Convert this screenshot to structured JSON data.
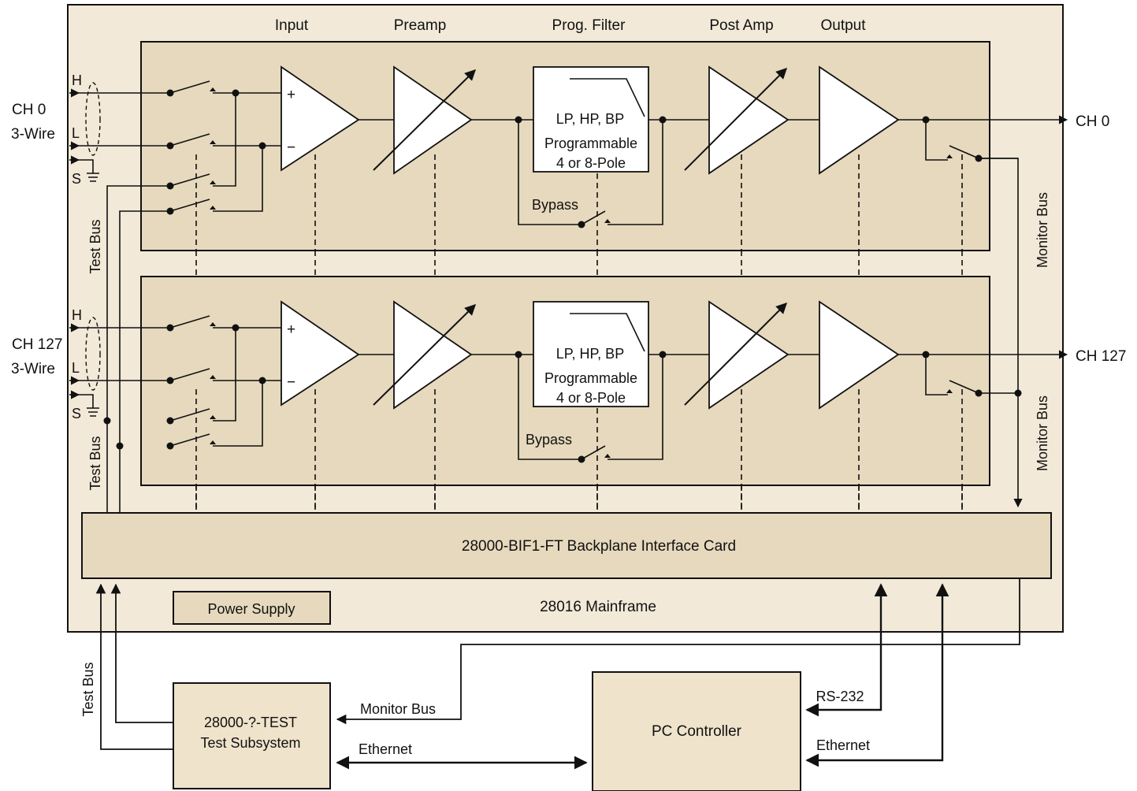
{
  "colors": {
    "mainframe_fill": "#f2e9d8",
    "card_fill": "#e6d9bd",
    "box_fill": "#efe3cb",
    "stroke": "#111111",
    "background": "#ffffff"
  },
  "stages": {
    "input": "Input",
    "preamp": "Preamp",
    "filter": "Prog. Filter",
    "postamp": "Post Amp",
    "output": "Output"
  },
  "channels": [
    {
      "name": "CH 0",
      "wire": "3-Wire",
      "out_label": "CH 0",
      "h": "H",
      "l": "L",
      "s": "S",
      "plus": "+",
      "minus": "−",
      "filter_line1": "LP, HP, BP",
      "filter_line2": "Programmable",
      "filter_line3": "4 or 8-Pole",
      "bypass": "Bypass",
      "test_bus": "Test Bus",
      "monitor_bus": "Monitor Bus"
    },
    {
      "name": "CH 127",
      "wire": "3-Wire",
      "out_label": "CH 127",
      "h": "H",
      "l": "L",
      "s": "S",
      "plus": "+",
      "minus": "−",
      "filter_line1": "LP, HP, BP",
      "filter_line2": "Programmable",
      "filter_line3": "4 or 8-Pole",
      "bypass": "Bypass",
      "test_bus": "Test Bus",
      "monitor_bus": "Monitor Bus"
    }
  ],
  "backplane": "28000-BIF1-FT Backplane Interface Card",
  "power_supply": "Power Supply",
  "mainframe": "28016 Mainframe",
  "test_subsystem": {
    "line1": "28000-?-TEST",
    "line2": "Test Subsystem"
  },
  "pc_controller": "PC Controller",
  "links": {
    "test_bus": "Test Bus",
    "monitor_bus": "Monitor Bus",
    "ethernet_left": "Ethernet",
    "ethernet_right": "Ethernet",
    "rs232": "RS-232"
  }
}
